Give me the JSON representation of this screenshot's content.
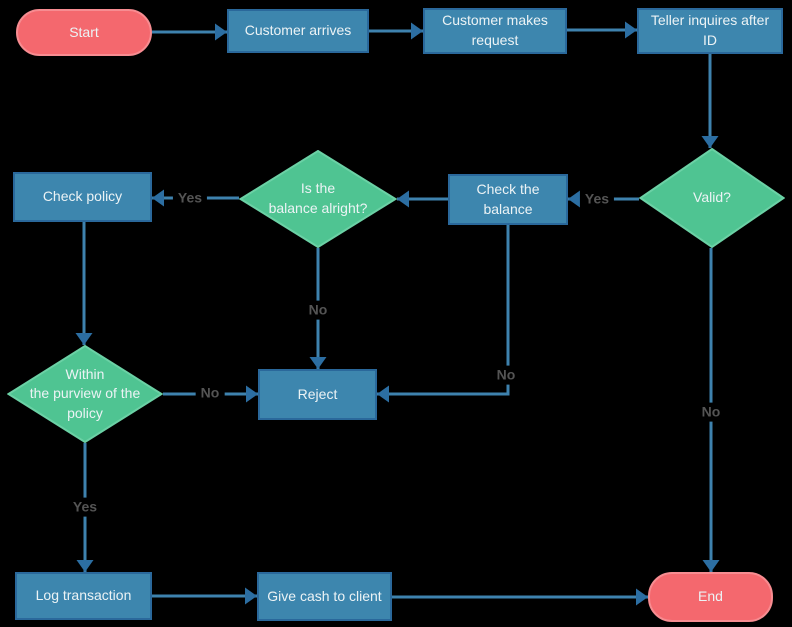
{
  "colors": {
    "background": "#000000",
    "process_fill": "#3D86AE",
    "process_border": "#2A689B",
    "decision_fill": "#4FC492",
    "decision_border": "#6BD1A5",
    "terminator_fill": "#F4686E",
    "terminator_border": "#F78C91",
    "connector_line": "#3E82AE",
    "connector_arrow": "#2C6EA2",
    "node_text": "#ECF3F5",
    "edge_label_text": "#545454"
  },
  "nodes": [
    {
      "id": "start",
      "shape": "terminator",
      "label": "Start"
    },
    {
      "id": "customer-arrives",
      "shape": "process",
      "label": "Customer arrives"
    },
    {
      "id": "customer-makes-request",
      "shape": "process",
      "label": "Customer makes\nrequest"
    },
    {
      "id": "teller-inquires-after-id",
      "shape": "process",
      "label": "Teller inquires after\nID"
    },
    {
      "id": "valid",
      "shape": "decision",
      "label": "Valid?"
    },
    {
      "id": "check-the-balance",
      "shape": "process",
      "label": "Check the\nbalance"
    },
    {
      "id": "is-the-balance-alright",
      "shape": "decision",
      "label": "Is the\nbalance alright?"
    },
    {
      "id": "check-policy",
      "shape": "process",
      "label": "Check policy"
    },
    {
      "id": "within-purview-of-policy",
      "shape": "decision",
      "label": "Within\nthe purview of the\npolicy"
    },
    {
      "id": "reject",
      "shape": "process",
      "label": "Reject"
    },
    {
      "id": "log-transaction",
      "shape": "process",
      "label": "Log transaction"
    },
    {
      "id": "give-cash-to-client",
      "shape": "process",
      "label": "Give cash to client"
    },
    {
      "id": "end",
      "shape": "terminator",
      "label": "End"
    }
  ],
  "edges": [
    {
      "from": "start",
      "to": "customer-arrives",
      "label": ""
    },
    {
      "from": "customer-arrives",
      "to": "customer-makes-request",
      "label": ""
    },
    {
      "from": "customer-makes-request",
      "to": "teller-inquires-after-id",
      "label": ""
    },
    {
      "from": "teller-inquires-after-id",
      "to": "valid",
      "label": ""
    },
    {
      "from": "valid",
      "to": "check-the-balance",
      "label": "Yes"
    },
    {
      "from": "valid",
      "to": "end",
      "label": "No"
    },
    {
      "from": "check-the-balance",
      "to": "is-the-balance-alright",
      "label": ""
    },
    {
      "from": "is-the-balance-alright",
      "to": "check-policy",
      "label": "Yes"
    },
    {
      "from": "is-the-balance-alright",
      "to": "reject",
      "label": "No"
    },
    {
      "from": "check-the-balance",
      "to": "reject",
      "label": "No"
    },
    {
      "from": "check-policy",
      "to": "within-purview-of-policy",
      "label": ""
    },
    {
      "from": "within-purview-of-policy",
      "to": "reject",
      "label": "No"
    },
    {
      "from": "within-purview-of-policy",
      "to": "log-transaction",
      "label": "Yes"
    },
    {
      "from": "log-transaction",
      "to": "give-cash-to-client",
      "label": ""
    },
    {
      "from": "give-cash-to-client",
      "to": "end",
      "label": ""
    }
  ]
}
